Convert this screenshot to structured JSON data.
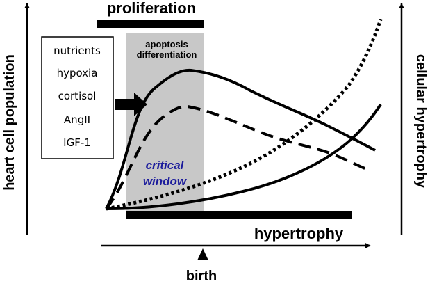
{
  "labels": {
    "proliferation": "proliferation",
    "apoptosis": "apoptosis",
    "differentiation": "differentiation",
    "critical_line1": "critical",
    "critical_line2": "window",
    "hypertrophy": "hypertrophy",
    "birth": "birth",
    "left_axis": "heart cell population",
    "right_axis": "cellular hypertrophy"
  },
  "factors": [
    "nutrients",
    "hypoxia",
    "cortisol",
    "AngII",
    "IGF-1"
  ],
  "colors": {
    "window_fill": "#c8c8c8",
    "critical_text": "#1c1c9c",
    "ink": "#000000"
  }
}
